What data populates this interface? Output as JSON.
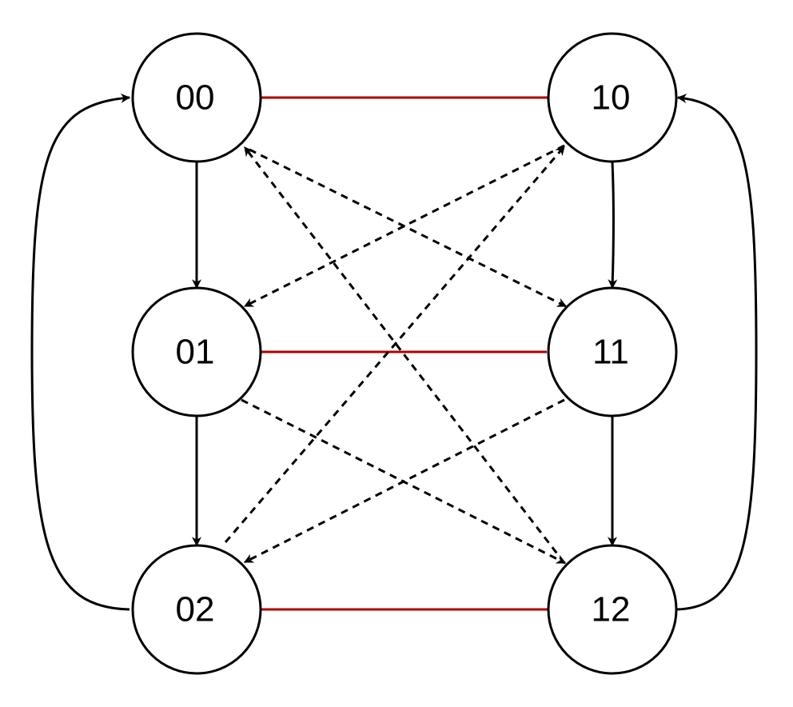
{
  "diagram": {
    "type": "state-transition-graph",
    "colors": {
      "node_stroke": "#000000",
      "node_fill": "#ffffff",
      "arrow": "#000000",
      "link": "#b00000"
    },
    "nodes": [
      {
        "id": "n00",
        "label": "00"
      },
      {
        "id": "n01",
        "label": "01"
      },
      {
        "id": "n02",
        "label": "02"
      },
      {
        "id": "n10",
        "label": "10"
      },
      {
        "id": "n11",
        "label": "11"
      },
      {
        "id": "n12",
        "label": "12"
      }
    ],
    "edges": [
      {
        "from": "00",
        "to": "01",
        "style": "solid-arrow"
      },
      {
        "from": "01",
        "to": "02",
        "style": "solid-arrow"
      },
      {
        "from": "02",
        "to": "00",
        "style": "solid-arrow"
      },
      {
        "from": "10",
        "to": "11",
        "style": "solid-arrow"
      },
      {
        "from": "11",
        "to": "12",
        "style": "solid-arrow"
      },
      {
        "from": "12",
        "to": "10",
        "style": "solid-arrow"
      },
      {
        "from": "00",
        "to": "11",
        "style": "dashed-arrow"
      },
      {
        "from": "10",
        "to": "01",
        "style": "dashed-arrow"
      },
      {
        "from": "01",
        "to": "12",
        "style": "dashed-arrow"
      },
      {
        "from": "11",
        "to": "02",
        "style": "dashed-arrow"
      },
      {
        "from": "02",
        "to": "10",
        "style": "dashed-arrow"
      },
      {
        "from": "12",
        "to": "00",
        "style": "dashed-arrow"
      },
      {
        "from": "00",
        "to": "10",
        "style": "red-line"
      },
      {
        "from": "01",
        "to": "11",
        "style": "red-line"
      },
      {
        "from": "02",
        "to": "12",
        "style": "red-line"
      }
    ]
  }
}
